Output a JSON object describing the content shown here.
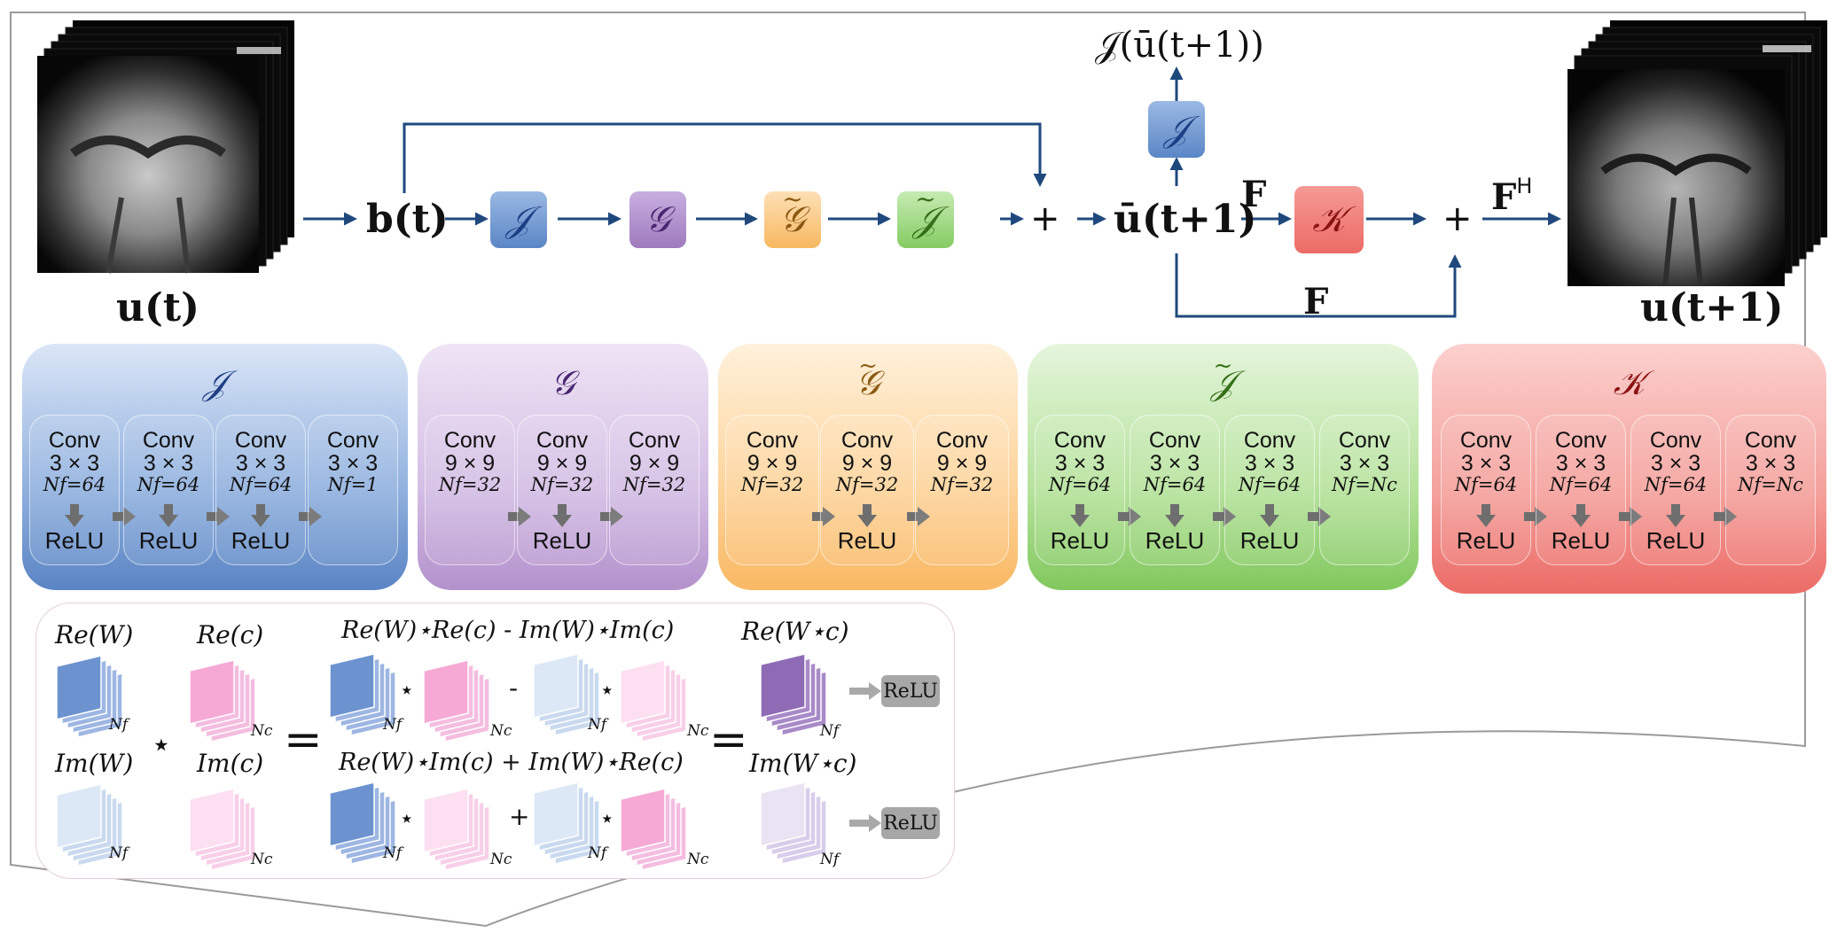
{
  "colors": {
    "arrow": "#1f497d",
    "blue": "#5b86c6",
    "purple": "#9e7bbd",
    "orange": "#f7b860",
    "green": "#86cb63",
    "red": "#ec6b66",
    "gray_arrow": "#6e6e6e"
  },
  "pipeline": {
    "input_label": "u(t)",
    "b_label": "b(t)",
    "ubar_label": "ū(t+1)",
    "j_output_label": "𝒥(ū(t+1))",
    "output_label": "u(t+1)",
    "plus_1": "+",
    "plus_2": "+",
    "F_top": "F",
    "F_bottom": "F",
    "FH": "F",
    "FH_sup": "H",
    "box_J": "𝒥",
    "box_G": "𝒢",
    "box_Gt": "𝒢",
    "box_Jt": "𝒥",
    "box_J2": "𝒥",
    "box_K": "𝒦",
    "tilde": "~"
  },
  "panels": {
    "J": {
      "title": "𝒥",
      "cells": [
        {
          "l1": "Conv",
          "l2": "3 × 3",
          "nf": "Nf=64",
          "relu": "ReLU"
        },
        {
          "l1": "Conv",
          "l2": "3 × 3",
          "nf": "Nf=64",
          "relu": "ReLU"
        },
        {
          "l1": "Conv",
          "l2": "3 × 3",
          "nf": "Nf=64",
          "relu": "ReLU"
        },
        {
          "l1": "Conv",
          "l2": "3 × 3",
          "nf": "Nf=1",
          "relu": ""
        }
      ]
    },
    "G": {
      "title": "𝒢",
      "cells": [
        {
          "l1": "Conv",
          "l2": "9 × 9",
          "nf": "Nf=32",
          "relu": ""
        },
        {
          "l1": "Conv",
          "l2": "9 × 9",
          "nf": "Nf=32",
          "relu": "ReLU"
        },
        {
          "l1": "Conv",
          "l2": "9 × 9",
          "nf": "Nf=32",
          "relu": ""
        }
      ]
    },
    "Gt": {
      "title": "𝒢",
      "cells": [
        {
          "l1": "Conv",
          "l2": "9 × 9",
          "nf": "Nf=32",
          "relu": ""
        },
        {
          "l1": "Conv",
          "l2": "9 × 9",
          "nf": "Nf=32",
          "relu": "ReLU"
        },
        {
          "l1": "Conv",
          "l2": "9 × 9",
          "nf": "Nf=32",
          "relu": ""
        }
      ]
    },
    "Jt": {
      "title": "𝒥",
      "cells": [
        {
          "l1": "Conv",
          "l2": "3 × 3",
          "nf": "Nf=64",
          "relu": "ReLU"
        },
        {
          "l1": "Conv",
          "l2": "3 × 3",
          "nf": "Nf=64",
          "relu": "ReLU"
        },
        {
          "l1": "Conv",
          "l2": "3 × 3",
          "nf": "Nf=64",
          "relu": "ReLU"
        },
        {
          "l1": "Conv",
          "l2": "3 × 3",
          "nf": "Nf=Nc",
          "relu": ""
        }
      ]
    },
    "K": {
      "title": "𝒦",
      "cells": [
        {
          "l1": "Conv",
          "l2": "3 × 3",
          "nf": "Nf=64",
          "relu": "ReLU"
        },
        {
          "l1": "Conv",
          "l2": "3 × 3",
          "nf": "Nf=64",
          "relu": "ReLU"
        },
        {
          "l1": "Conv",
          "l2": "3 × 3",
          "nf": "Nf=64",
          "relu": "ReLU"
        },
        {
          "l1": "Conv",
          "l2": "3 × 3",
          "nf": "Nf=Nc",
          "relu": ""
        }
      ]
    }
  },
  "complex_conv": {
    "reW": "Re(W)",
    "imW": "Im(W)",
    "reC": "Re(c)",
    "imC": "Im(c)",
    "star": "⋆",
    "equals": "=",
    "row1_label": "Re(W)⋆Re(c) - Im(W)⋆Im(c)",
    "row2_label": "Re(W)⋆Im(c) + Im(W)⋆Re(c)",
    "minus": "-",
    "plus": "+",
    "out_re": "Re(W⋆c)",
    "out_im": "Im(W⋆c)",
    "relu": "ReLU",
    "nf": "Nf",
    "nc": "Nc"
  }
}
